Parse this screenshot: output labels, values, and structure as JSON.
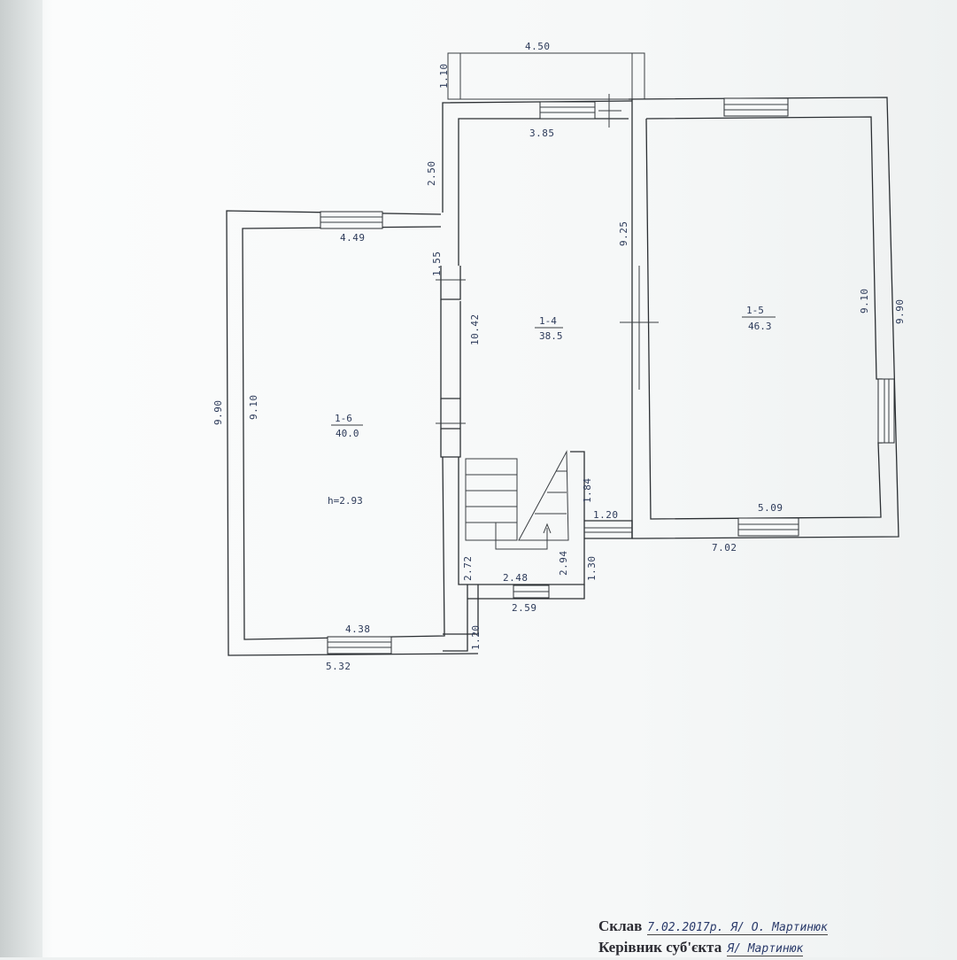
{
  "dimensions": {
    "porch_width": "4.50",
    "porch_depth": "1.10",
    "hall_top": "3.85",
    "hall_side": "2.50",
    "left_top": "4.49",
    "wall_step": "1.55",
    "mid_wall_len": "10.42",
    "hall_right": "9.25",
    "room5_inner": "9.10",
    "room5_outer": "9.90",
    "left_outer_h": "9.90",
    "left_inner_h": "9.10",
    "stair_h": "1.84",
    "stair_w": "1.20",
    "right_bottom_inner": "5.09",
    "right_bottom_outer": "7.02",
    "stair_left": "2.72",
    "stair_base": "2.48",
    "stair_right": "2.94",
    "entry_depth": "1.30",
    "entry_width": "2.59",
    "left_bottom_inner": "4.38",
    "left_bottom_outer": "5.32",
    "entry_side": "1.20"
  },
  "rooms": {
    "r4": {
      "id": "1-4",
      "area": "38.5"
    },
    "r5": {
      "id": "1-5",
      "area": "46.3"
    },
    "r6": {
      "id": "1-6",
      "area": "40.0",
      "height": "h=2.93"
    }
  },
  "footer": {
    "composed_label": "Склав",
    "composed_sign": "7.02.2017р. Я/ О. Мартинюк",
    "head_label": "Керівник суб'єкта",
    "head_sign": "Я/ Мартинюк"
  }
}
